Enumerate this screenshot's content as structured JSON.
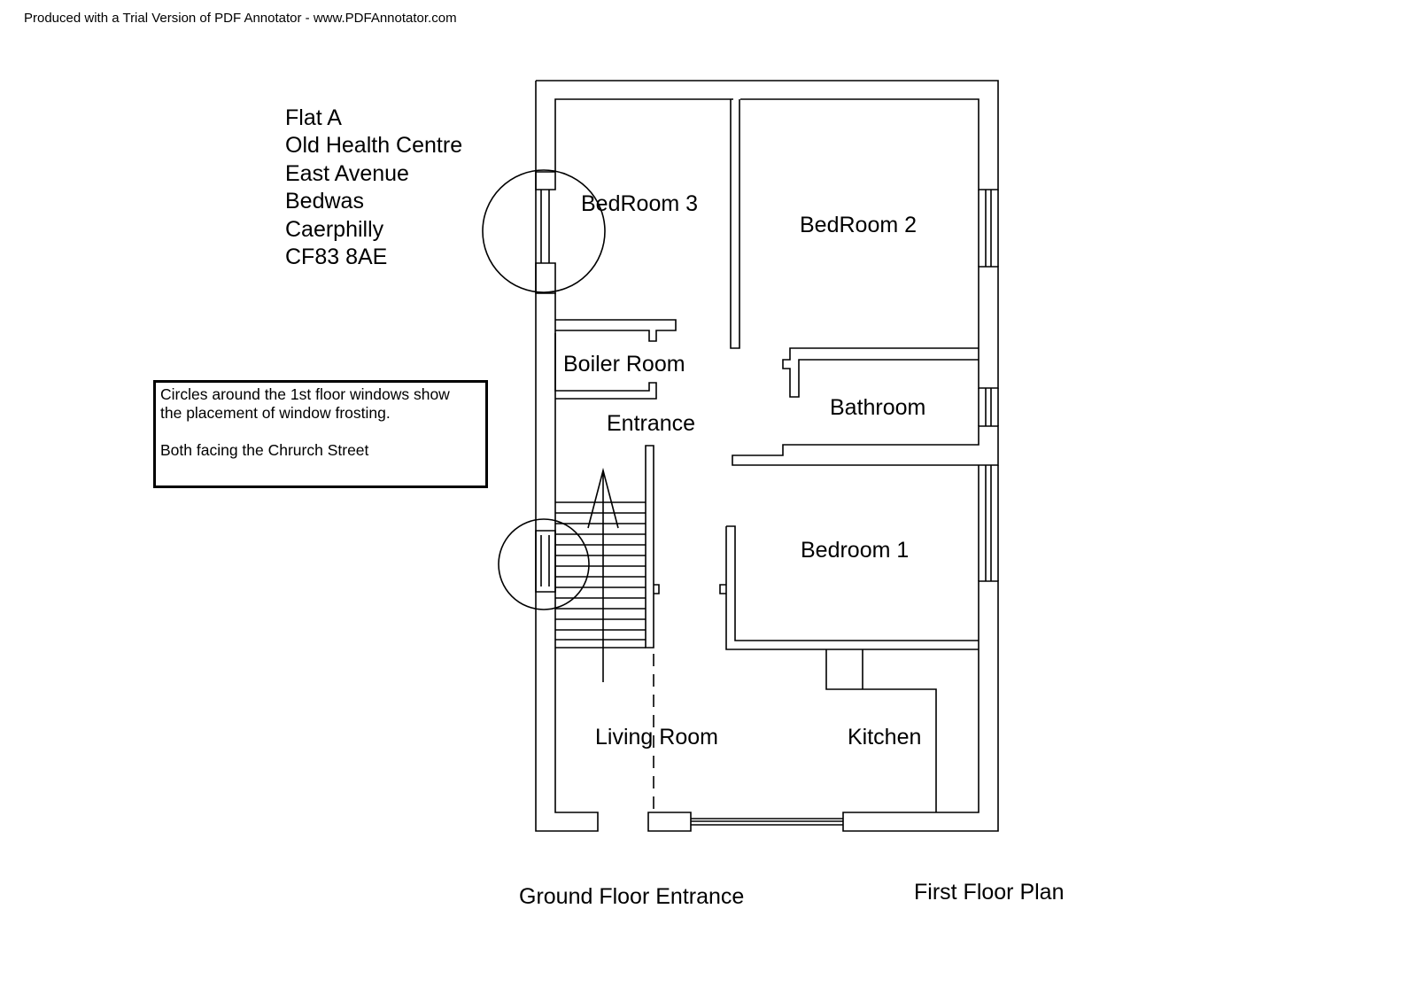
{
  "watermark": "Produced with a Trial Version of PDF Annotator - www.PDFAnnotator.com",
  "address": {
    "lines": [
      "Flat A",
      "Old Health Centre",
      "East Avenue",
      "Bedwas",
      "Caerphilly",
      "CF83 8AE"
    ]
  },
  "note": {
    "line1": "Circles around the 1st floor windows show",
    "line2": "the placement of window frosting.",
    "line3": "Both facing the Chrurch Street"
  },
  "rooms": {
    "bedroom3": "BedRoom 3",
    "bedroom2": "BedRoom 2",
    "boiler_room": "Boiler Room",
    "entrance": "Entrance",
    "bathroom": "Bathroom",
    "bedroom1": "Bedroom 1",
    "living_room": "Living Room",
    "kitchen": "Kitchen"
  },
  "captions": {
    "ground_floor": "Ground Floor Entrance",
    "first_floor": "First Floor Plan"
  }
}
